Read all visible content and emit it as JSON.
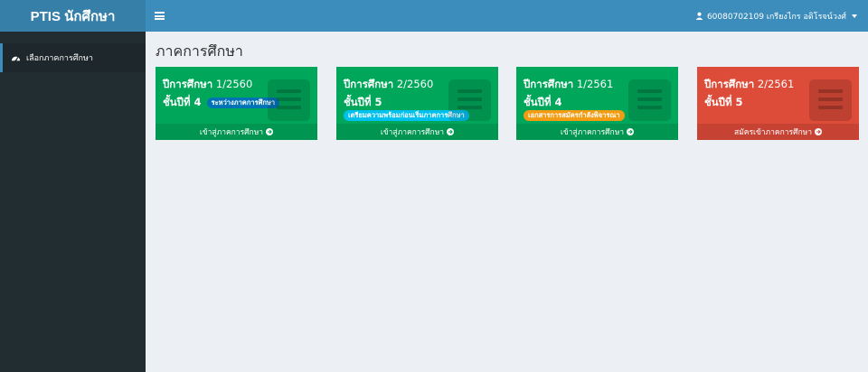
{
  "brand": {
    "title": "PTIS นักศึกษา"
  },
  "sidebar": {
    "items": [
      {
        "label": "เลือกภาคการศึกษา",
        "icon": "dashboard-icon"
      }
    ]
  },
  "header": {
    "user_label": "60080702109 เกรียงไกร อดิโรจน์วงศ์"
  },
  "page": {
    "title": "ภาคการศึกษา"
  },
  "colors": {
    "green": "#00a65a",
    "red": "#dd4b39",
    "blue_badge": "#0073b7",
    "aqua_badge": "#00c0ef",
    "orange_badge": "#f39c12"
  },
  "cards": [
    {
      "prefix": "ปีการศึกษา",
      "term": "1/2560",
      "grade": "ชั้นปีที่ 4",
      "badge": "ระหว่างภาคการศึกษา",
      "badge_color": "#0073b7",
      "footer": "เข้าสู่ภาคการศึกษา",
      "color": "green"
    },
    {
      "prefix": "ปีการศึกษา",
      "term": "2/2560",
      "grade": "ชั้นปีที่ 5",
      "badge": "เตรียมความพร้อมก่อนเริ่มภาคการศึกษา",
      "badge_color": "#00c0ef",
      "footer": "เข้าสู่ภาคการศึกษา",
      "color": "green"
    },
    {
      "prefix": "ปีการศึกษา",
      "term": "1/2561",
      "grade": "ชั้นปีที่ 4",
      "badge": "เอกสารการสมัครกำลังพิจารณา",
      "badge_color": "#f39c12",
      "footer": "เข้าสู่ภาคการศึกษา",
      "color": "green"
    },
    {
      "prefix": "ปีการศึกษา",
      "term": "2/2561",
      "grade": "ชั้นปีที่ 5",
      "badge": "",
      "badge_color": "",
      "footer": "สมัครเข้าภาคการศึกษา",
      "color": "red"
    }
  ]
}
